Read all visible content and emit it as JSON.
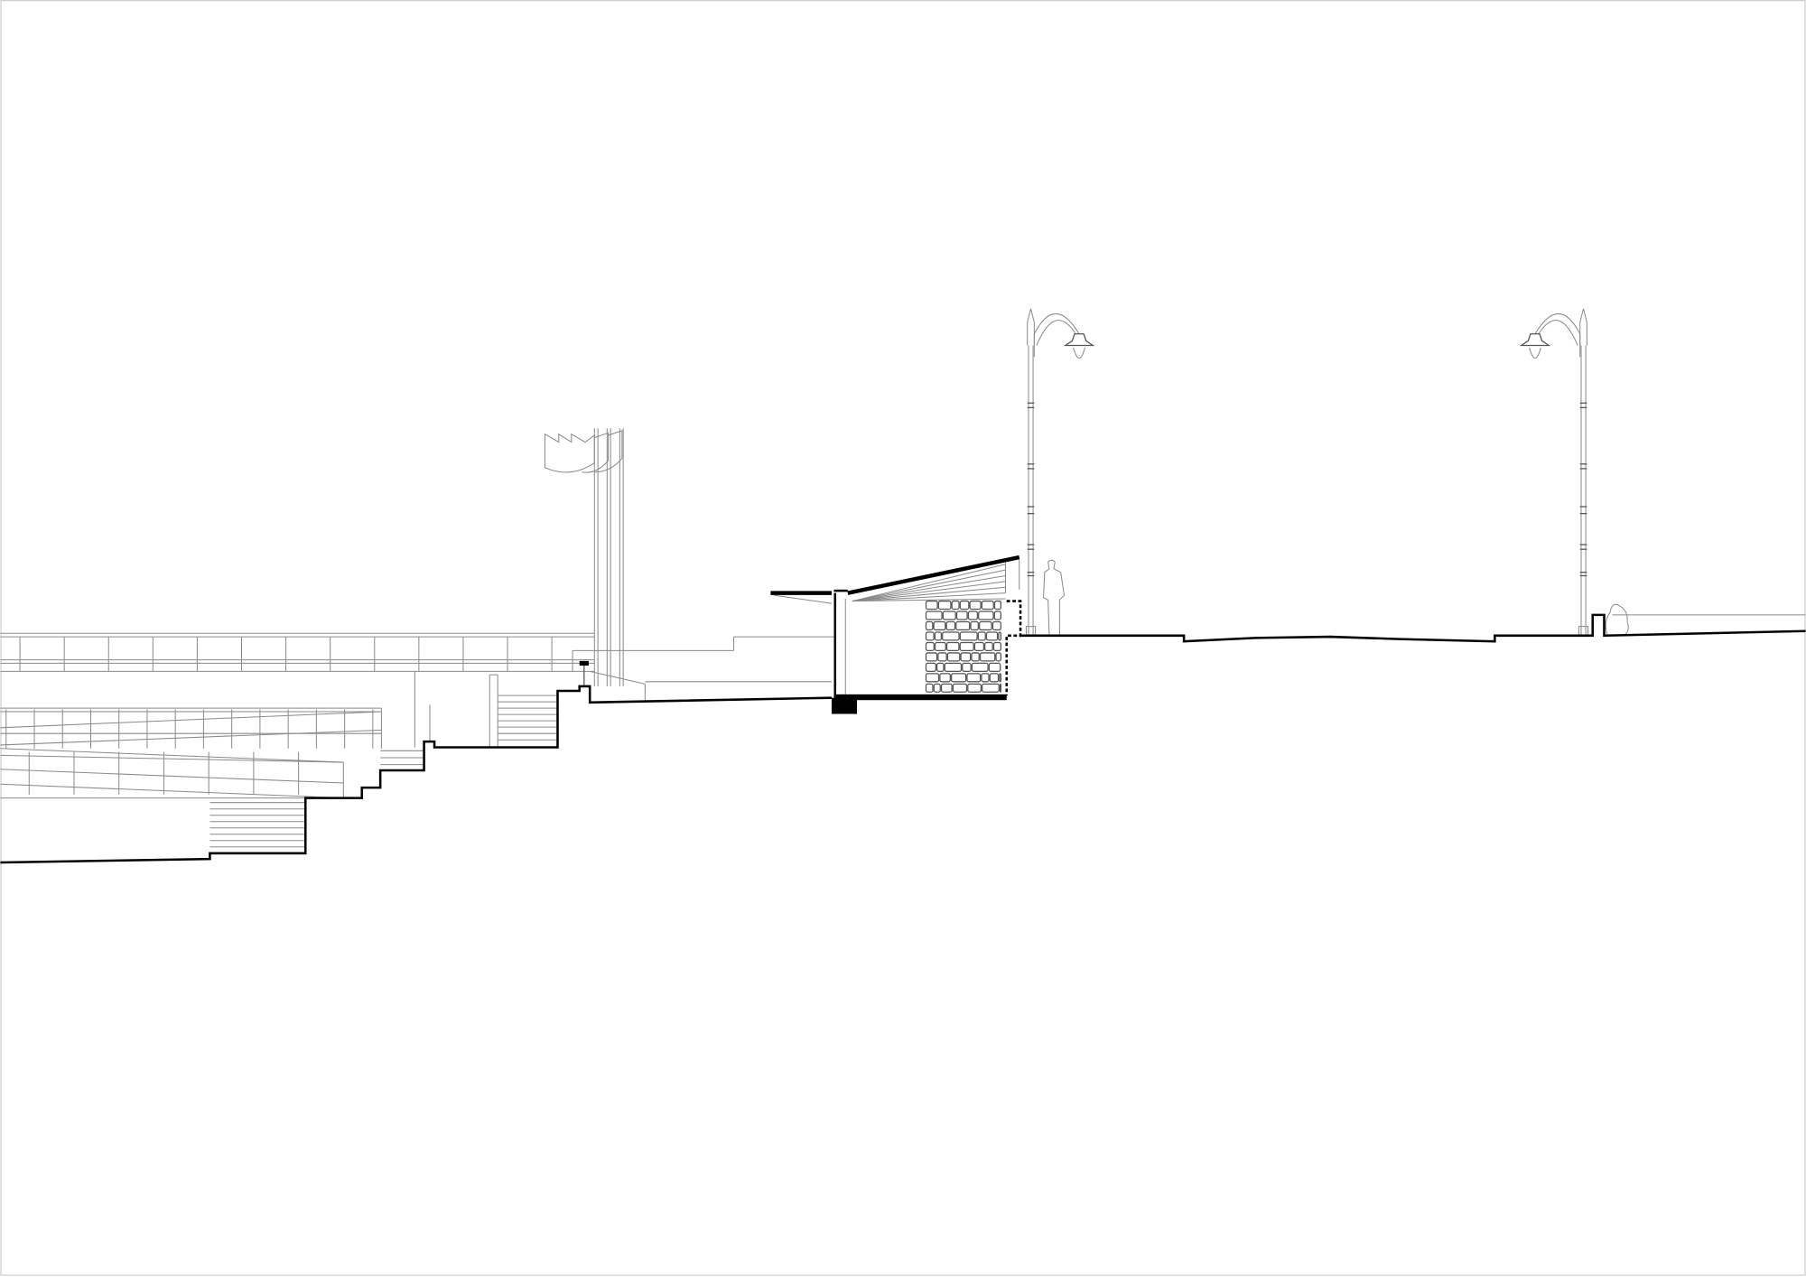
{
  "drawing": {
    "type": "architectural-section",
    "colors": {
      "background": "#ffffff",
      "section_line": "#000000",
      "elevation_line": "#8a8a8a",
      "frame": "#d0d0d0"
    },
    "elements": [
      "railing-grid",
      "ramps",
      "stairs",
      "flag-poles",
      "pavilion",
      "stone-wall",
      "person-silhouette",
      "street-lamp",
      "street-lamp",
      "shrub",
      "ground-profile"
    ]
  }
}
